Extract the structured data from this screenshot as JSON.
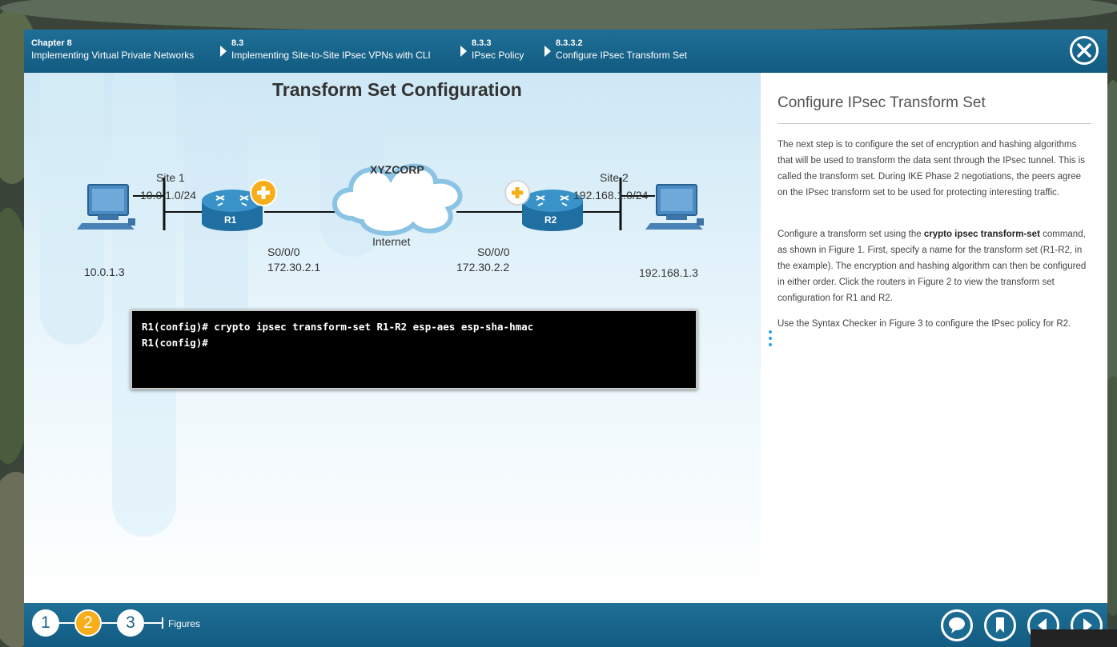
{
  "header": {
    "crumbs": [
      {
        "num": "Chapter 8",
        "title": "Implementing Virtual Private Networks"
      },
      {
        "num": "8.3",
        "title": "Implementing Site-to-Site IPsec VPNs with CLI"
      },
      {
        "num": "8.3.3",
        "title": "IPsec Policy"
      },
      {
        "num": "8.3.3.2",
        "title": "Configure IPsec Transform Set"
      }
    ],
    "close_icon": "close-icon"
  },
  "figure": {
    "title": "Transform Set Configuration",
    "company": "XYZCORP",
    "site1": {
      "name": "Site 1",
      "network": "10.0.1.0/24",
      "host_ip": "10.0.1.3"
    },
    "site2": {
      "name": "Site 2",
      "network": "192.168.1.0/24",
      "host_ip": "192.168.1.3"
    },
    "r1": {
      "name": "R1",
      "interface": "S0/0/0",
      "ip": "172.30.2.1"
    },
    "r2": {
      "name": "R2",
      "interface": "S0/0/0",
      "ip": "172.30.2.2"
    },
    "cloud_label": "Internet",
    "terminal_lines": [
      "R1(config)# crypto ipsec transform-set R1-R2 esp-aes esp-sha-hmac",
      "R1(config)#"
    ]
  },
  "panel": {
    "title": "Configure IPsec Transform Set",
    "p1": "The next step is to configure the set of encryption and hashing algorithms that will be used to transform the data sent through the IPsec tunnel. This is called the transform set. During IKE Phase 2 negotiations, the peers agree on the IPsec transform set to be used for protecting interesting traffic.",
    "p2_before": "Configure a transform set using the ",
    "p2_bold": "crypto ipsec transform-set",
    "p2_after": " command, as shown in Figure 1. First, specify a name for the transform set (R1-R2, in the example). The encryption and hashing algorithm can then be configured in either order. Click the routers in Figure 2 to view the transform set configuration for R1 and R2.",
    "p3": "Use the Syntax Checker in Figure 3 to configure the IPsec policy for R2."
  },
  "footer": {
    "figures": [
      "1",
      "2",
      "3"
    ],
    "active_figure": "2",
    "figures_label": "Figures",
    "nav_icons": [
      "comment-icon",
      "bookmark-icon",
      "previous-icon",
      "next-icon"
    ]
  },
  "colors": {
    "header_blue": "#125b82",
    "accent_orange": "#f8ae1a",
    "router_blue": "#2a7fb0"
  }
}
